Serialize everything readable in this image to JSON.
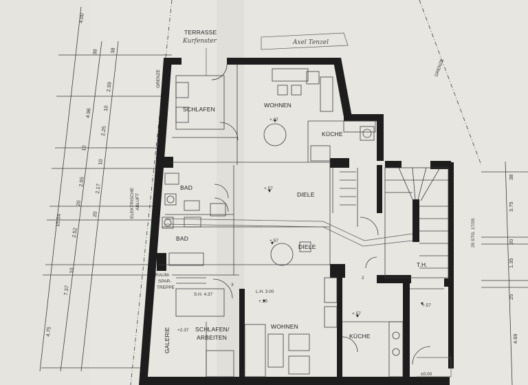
{
  "rooms": {
    "terrasse": "TERRASSE",
    "schlafen_top": "SCHLAFEN",
    "wohnen_top": "WOHNEN",
    "kueche_top": "KÜCHE",
    "bad_1": "BAD",
    "bad_2": "BAD",
    "diele_1": "DIELE",
    "diele_2": "DIELE",
    "th": "T.H.",
    "raumspartreppe_1": "RAUM-",
    "raumspartreppe_2": "SPAR-",
    "raumspartreppe_3": "TREPPE",
    "galerie": "GALERIE",
    "schlafen_arbeiten_1": "SCHLAFEN/",
    "schlafen_arbeiten_2": "ARBEITEN",
    "wohnen_bottom": "WOHNEN",
    "kueche_bottom": "KÜCHE"
  },
  "levels": {
    "wohnen_top": "+.97",
    "bad": "+.57",
    "diele": "+.57",
    "th": "+.57",
    "wohnen_bottom": "+.19",
    "lh": "L.H. 3.00",
    "sh": "S.H. 4.37",
    "galerie": "+2.37",
    "kueche_bottom": "+.57",
    "bottom_right": "±0.00"
  },
  "labels": {
    "grenze_left": "GRENZE",
    "grenze_right": "GRENZE",
    "elektrische_1": "ELEKTRISCHE",
    "elektrische_2": "ABLUFT",
    "stairs_note": "25 STG. 17/20",
    "stair_num_3": "3",
    "stair_num_2": "2",
    "handwritten_top": "Kurfenster",
    "handwritten_right": "Axel Tenzel"
  },
  "dimensions": {
    "left_outer": [
      "4.00",
      "15.54",
      "4.75"
    ],
    "left_inner": [
      "38",
      "4.96",
      "10",
      "2.55",
      "20",
      "2.52",
      "10",
      "7.37"
    ],
    "left_third": [
      "38",
      "2.59",
      "10",
      "2.25",
      "10",
      "2.17",
      "20"
    ],
    "right": [
      "38",
      "3.75",
      "20",
      "1.35",
      "25",
      "4.69"
    ]
  }
}
